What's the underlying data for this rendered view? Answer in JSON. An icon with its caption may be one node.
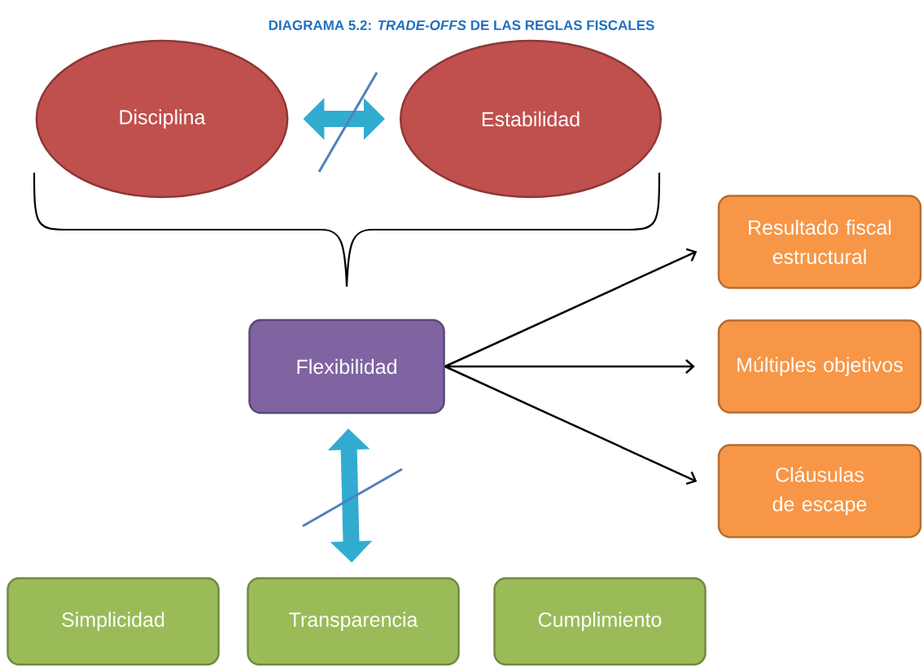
{
  "diagram": {
    "title": "DIAGRAMA 5.2: *TRADE-OFFS* DE LAS REGLAS FISCALES",
    "nodes": [
      {
        "text": [
          "Disciplina"
        ]
      },
      {
        "text": [
          "Estabilidad"
        ]
      },
      {
        "text": [
          "Resultado fiscal estructural"
        ]
      },
      {
        "text": [
          "Flexibilidad"
        ]
      },
      {
        "text": [
          "Múltiples objetivos"
        ]
      },
      {
        "text": [
          "Cláusulas de escape"
        ]
      },
      {
        "text": [
          "Simplicidad"
        ]
      },
      {
        "text": [
          "Transparencia"
        ]
      },
      {
        "text": [
          "Cumplimiento"
        ]
      }
    ],
    "edges": [
      {
        "from": 0,
        "to": 1,
        "arrow": "both",
        "style": "thick",
        "color": "#31acd0"
      },
      {
        "from": 3,
        "to": 2,
        "arrow": "to"
      },
      {
        "from": 3,
        "to": 4,
        "arrow": "to"
      },
      {
        "from": 3,
        "to": 5,
        "arrow": "to"
      },
      {
        "from": 3,
        "to": 7,
        "arrow": "both",
        "style": "thick",
        "color": "#31acd0"
      }
    ]
  }
}
